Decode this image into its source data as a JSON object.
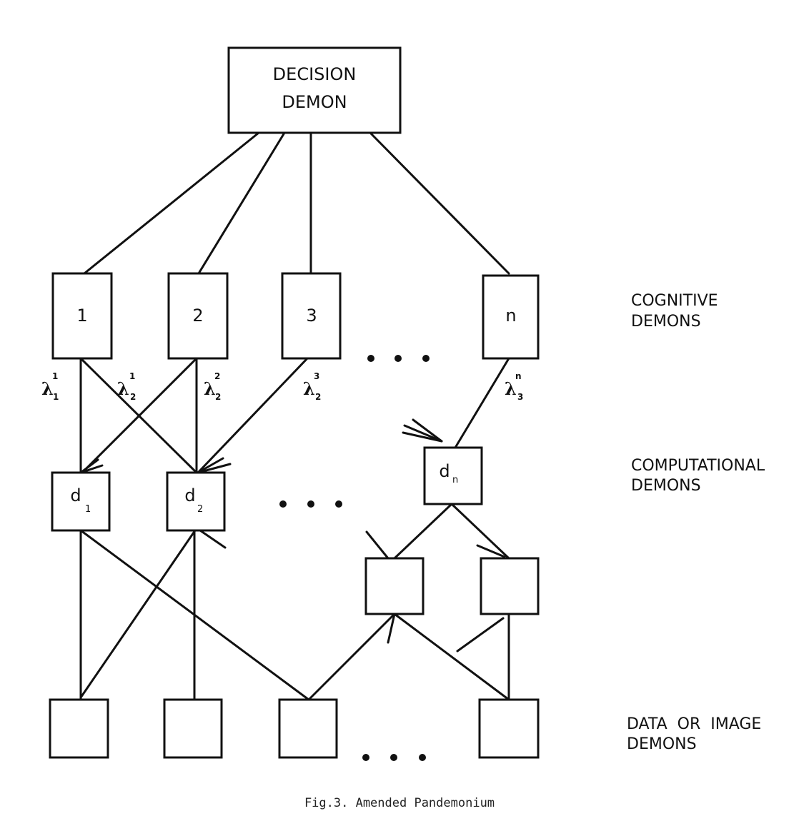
{
  "decision": {
    "line1": "DECISION",
    "line2": "DEMON"
  },
  "cognitive": {
    "boxes": [
      "1",
      "2",
      "3",
      "n"
    ],
    "label_line1": "COGNITIVE",
    "label_line2": "DEMONS"
  },
  "weights": {
    "w1": {
      "base": "λ",
      "sup": "1",
      "sub": "1"
    },
    "w2": {
      "base": "λ",
      "sup": "1",
      "sub": "2"
    },
    "w3": {
      "base": "λ",
      "sup": "2",
      "sub": "2"
    },
    "w4": {
      "base": "λ",
      "sup": "3",
      "sub": "2"
    },
    "w5": {
      "base": "λ",
      "sup": "n",
      "sub": "3"
    }
  },
  "computational": {
    "d1": {
      "base": "d",
      "sub": "1"
    },
    "d2": {
      "base": "d",
      "sub": "2"
    },
    "dn": {
      "base": "d",
      "sub": "n"
    },
    "label_line1": "COMPUTATIONAL",
    "label_line2": "DEMONS"
  },
  "data": {
    "label_line1": "DATA  OR  IMAGE",
    "label_line2": "DEMONS"
  },
  "caption": "Fig.3. Amended Pandemonium",
  "colors": {
    "ink": "#111111",
    "background": "#ffffff"
  }
}
